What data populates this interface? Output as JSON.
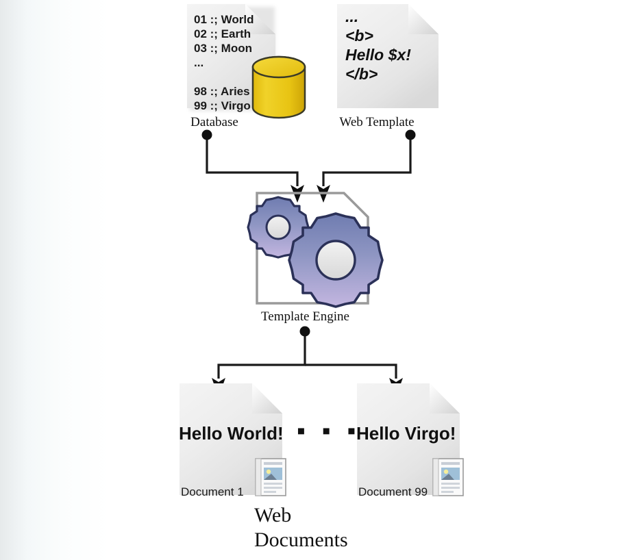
{
  "diagram": {
    "title": "Template Engine Web Document Generation",
    "background": "#ffffff"
  },
  "nodes": {
    "database": {
      "caption": "Database",
      "icon": "database-cylinder-icon",
      "cylinder_color": "#e8c413",
      "lines": [
        "01 :; World",
        "02 :; Earth",
        "03 :; Moon",
        "...",
        "",
        "98 :; Aries",
        "99 :; Virgo"
      ]
    },
    "web_template": {
      "caption": "Web Template",
      "icon": "document-icon",
      "lines": [
        "...",
        "<b>",
        "Hello $x!",
        "</b>"
      ]
    },
    "template_engine": {
      "caption": "Template Engine",
      "icon": "gears-icon",
      "gear_color_top": "#7b86b5",
      "gear_color_bottom": "#bcb0dd",
      "gear_outline": "#2b3158"
    },
    "document_1": {
      "title": "Hello World!",
      "caption": "Document 1",
      "icon": "web-page-thumbnail-icon"
    },
    "document_99": {
      "title": "Hello Virgo!",
      "caption": "Document 99",
      "icon": "web-page-thumbnail-icon"
    },
    "ellipsis": {
      "text": "▪ ▪ ▪"
    },
    "web_documents": {
      "line1": "Web",
      "line2": "Documents"
    }
  },
  "connectors": {
    "stroke_color": "#1a1a1a",
    "edges": [
      {
        "from": "database",
        "to": "template_engine"
      },
      {
        "from": "web_template",
        "to": "template_engine"
      },
      {
        "from": "template_engine",
        "to": "document_1"
      },
      {
        "from": "template_engine",
        "to": "document_99"
      }
    ]
  }
}
